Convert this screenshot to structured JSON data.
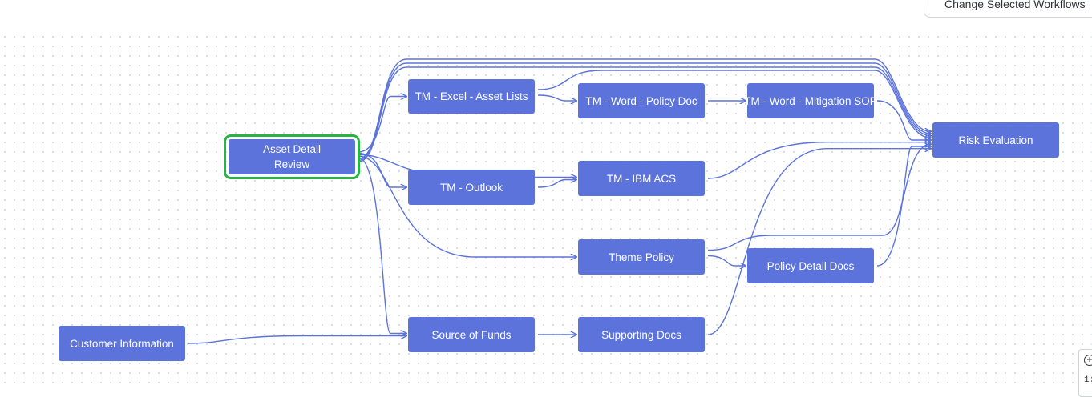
{
  "toolbar": {
    "change_workflows_label": "Change Selected Workflows"
  },
  "colors": {
    "node_fill": "#5b73db",
    "edge_stroke": "#5b73db",
    "selected_outline": "#27b440",
    "node_text": "#ffffff"
  },
  "nodes": {
    "asset_detail_review": "Asset Detail Review",
    "tm_excel": "TM - Excel - Asset Lists",
    "tm_word_policy": "TM - Word - Policy Doc",
    "tm_word_mitigation": "TM - Word - Mitigation SOP",
    "risk_evaluation": "Risk Evaluation",
    "tm_outlook": "TM - Outlook",
    "tm_ibm_acs": "TM - IBM ACS",
    "theme_policy": "Theme Policy",
    "policy_detail_docs": "Policy Detail Docs",
    "customer_information": "Customer Information",
    "source_of_funds": "Source of Funds",
    "supporting_docs": "Supporting Docs"
  },
  "selected_node": "asset_detail_review",
  "edges": [
    [
      "asset_detail_review",
      "tm_excel"
    ],
    [
      "asset_detail_review",
      "tm_outlook"
    ],
    [
      "asset_detail_review",
      "tm_ibm_acs"
    ],
    [
      "asset_detail_review",
      "theme_policy"
    ],
    [
      "asset_detail_review",
      "source_of_funds"
    ],
    [
      "asset_detail_review",
      "risk_evaluation"
    ],
    [
      "asset_detail_review",
      "risk_evaluation"
    ],
    [
      "asset_detail_review",
      "risk_evaluation"
    ],
    [
      "tm_excel",
      "tm_word_policy"
    ],
    [
      "tm_excel",
      "risk_evaluation"
    ],
    [
      "tm_word_policy",
      "tm_word_mitigation"
    ],
    [
      "tm_word_mitigation",
      "risk_evaluation"
    ],
    [
      "tm_outlook",
      "tm_ibm_acs"
    ],
    [
      "tm_ibm_acs",
      "risk_evaluation"
    ],
    [
      "theme_policy",
      "policy_detail_docs"
    ],
    [
      "theme_policy",
      "risk_evaluation"
    ],
    [
      "policy_detail_docs",
      "risk_evaluation"
    ],
    [
      "customer_information",
      "source_of_funds"
    ],
    [
      "source_of_funds",
      "supporting_docs"
    ],
    [
      "supporting_docs",
      "risk_evaluation"
    ]
  ],
  "zoom": {
    "zoom_in_icon": "plus-circle-icon",
    "level": "1:"
  }
}
